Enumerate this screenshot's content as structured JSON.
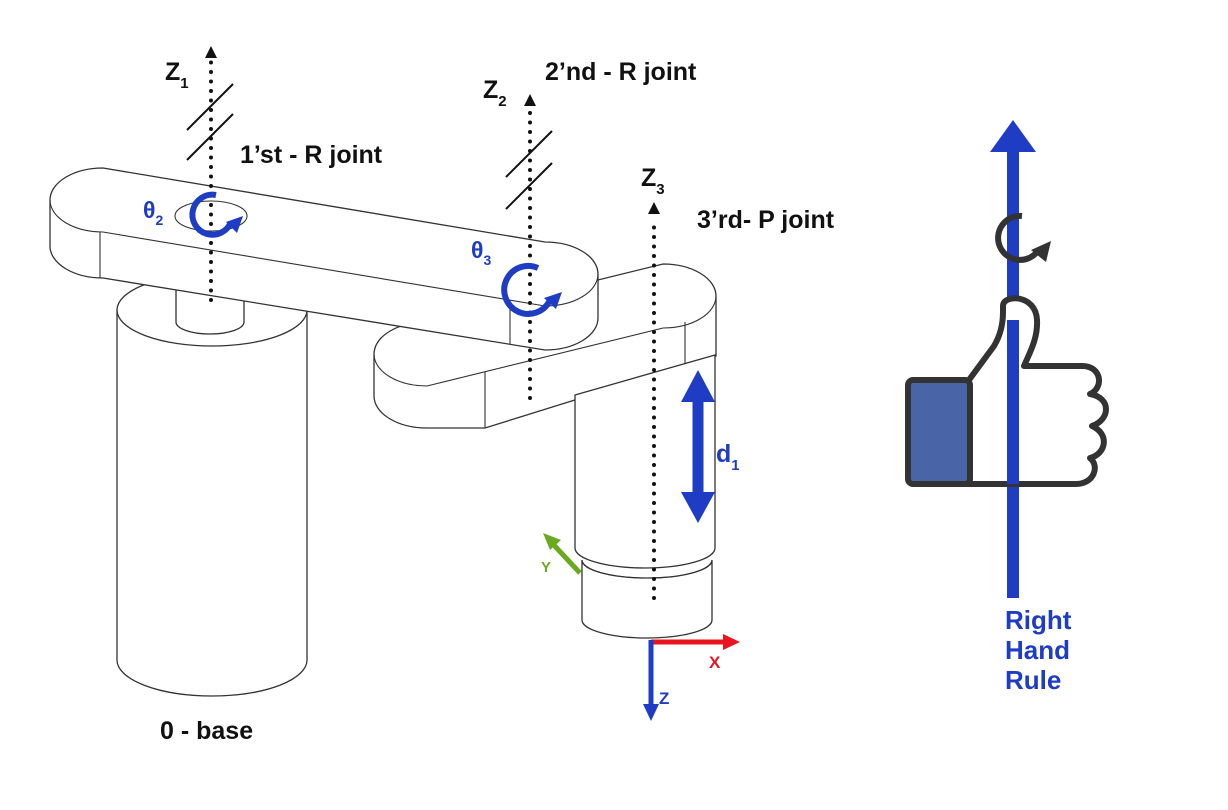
{
  "colors": {
    "joint_blue": "#1f3cc4",
    "x_axis": "#e8141e",
    "y_axis": "#6aaa1e",
    "z_axis": "#1f3cc4",
    "thumb_cuff": "#4a64a8",
    "outline": "#333333"
  },
  "icons": {
    "rotation": "circular-arrow-icon",
    "hand": "thumbs-up-icon"
  },
  "labels": {
    "z1": {
      "main": "Z",
      "sub": "1"
    },
    "z2": {
      "main": "Z",
      "sub": "2"
    },
    "z3": {
      "main": "Z",
      "sub": "3"
    },
    "joint1": "1’st - R joint",
    "joint2": "2’nd - R joint",
    "joint3": "3’rd- P joint",
    "theta2": {
      "main": "θ",
      "sub": "2"
    },
    "theta3": {
      "main": "θ",
      "sub": "3"
    },
    "d1": {
      "main": "d",
      "sub": "1"
    },
    "base": "0 - base",
    "frame_x": "X",
    "frame_y": "Y",
    "frame_z": "Z"
  },
  "right_hand_rule": {
    "lines": [
      "Right",
      "Hand",
      "Rule"
    ]
  }
}
